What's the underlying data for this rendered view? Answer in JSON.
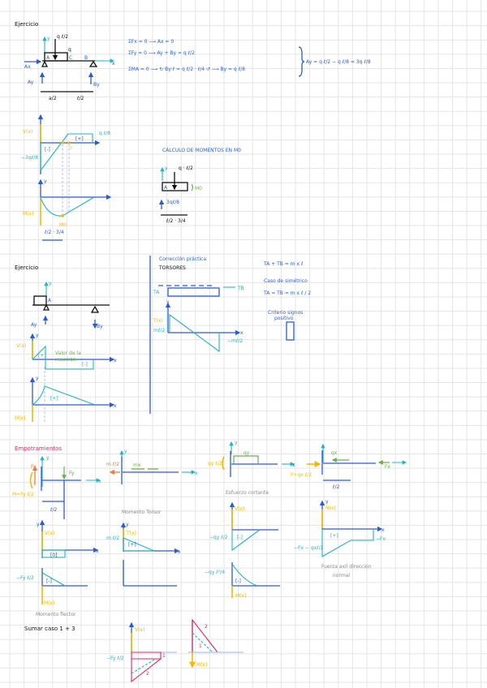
{
  "colors": {
    "blue": "#2a5bd7",
    "cyan": "#1fb5c8",
    "yellow": "#f5b800",
    "green": "#6ab04c",
    "red": "#e6245c",
    "orange": "#f07a3a",
    "gray": "#8a8a8a"
  },
  "ex1": {
    "title": "Ejercicio",
    "beam": {
      "load_total": "q ℓ/2",
      "q": "q",
      "A": "A",
      "C": "C",
      "B": "B",
      "Ax": "Ax",
      "Ay": "Ay",
      "By": "By",
      "x": "x",
      "y": "y",
      "dim1": "a/2",
      "dim2": "ℓ/2"
    },
    "equations": [
      "ΣFx = 0 ⟶ Ax = 0",
      "ΣFy = 0 ⟶ Ay + By = q ℓ/2",
      "ΣMA = 0 ⟶ ↻ By·ℓ = q ℓ/2 · ℓ/4 ↺ ⟶ By = q ℓ/8"
    ],
    "result": "Ay = q ℓ/2 − q ℓ/8 = 3q ℓ/8",
    "shear": {
      "label": "V(x)",
      "min": "−3qℓ/8",
      "max": "q ℓ/8",
      "region1": "[-]",
      "region2": "[+]",
      "c": "c"
    },
    "moment": {
      "label": "M(x)",
      "m0": "M0",
      "dim": "ℓ/2 · 3/4",
      "y": "y"
    },
    "calc": {
      "title": "CÁLCULO DE MOMENTOS EN M0",
      "load": "q · ℓ/2",
      "A": "A",
      "reaction": "3qℓ/8",
      "moment": "M0",
      "dim": "ℓ/2 · 3/4",
      "y": "y"
    }
  },
  "ex2": {
    "title": "Ejercicio",
    "beam": {
      "A": "A",
      "Ay": "Ay",
      "By": "By",
      "y": "y"
    },
    "shear": {
      "label": "V(x)",
      "note1": "Valor de la",
      "note2": "reacción",
      "r1": "[+]",
      "r2": "[-]",
      "x": "x",
      "y": "y"
    },
    "moment": {
      "label": "M(x)",
      "r": "[+]",
      "x": "x",
      "y": "y"
    }
  },
  "torsion": {
    "title": "Corrección práctica",
    "subtitle": "TORSORES",
    "TA": "TA",
    "TB": "TB",
    "label": "T(x)",
    "top": "mℓ/2",
    "bottom": "−mℓ/2",
    "x": "x",
    "y": "y",
    "eq1": "TA + TB = m x ℓ",
    "case": "Caso de simétrico",
    "eq2": "TA = TB = m x ℓ / 2",
    "signs1": "Criterio signos",
    "signs2": "positivo"
  },
  "emp": {
    "title": "Empotramientos",
    "flex": {
      "Fy": "Fy",
      "Fy2": "Fy",
      "M": "M=Fy ℓ/2",
      "dim": "ℓ/2",
      "label": "Momento flector",
      "V": "V(x)",
      "Vr": "[0]",
      "M2": "−Fy ℓ/2",
      "Mr": "[-]",
      "Mx": "M(x)",
      "x": "x",
      "y": "y"
    },
    "torsor": {
      "label": "Momento Torsor",
      "m": "m ℓ/2",
      "mx": "mx",
      "T": "T(x)",
      "Tval": "m ℓ/2",
      "r": "[+]",
      "x": "x",
      "y": "y"
    },
    "shear": {
      "label": "Esfuerzo cortante",
      "q": "qy",
      "M": "qy ℓ/2",
      "V": "V(x)",
      "Vval": "−qy ℓ/2",
      "r": "[-]",
      "M2": "−qy ℓ²/4",
      "Mr": "[-]",
      "Mx": "M(x)",
      "x": "x",
      "y": "y"
    },
    "axial": {
      "label1": "Fuerza axil dirección",
      "label2": "normal",
      "q": "qx",
      "F": "Fx",
      "R": "F+qx ℓ/2",
      "dim": "ℓ/2",
      "N": "N(x)",
      "r": "[+]",
      "v1": "−Fx",
      "v2": "−Fx − qxℓ/2",
      "x": "x",
      "y": "y"
    }
  },
  "sum": {
    "title": "Sumar  caso 1 + 3",
    "V": "V(x)",
    "val": "−Fy ℓ/2",
    "n1": "1",
    "n2": "2",
    "M": "M(x)",
    "m1": "2",
    "m2": "1"
  }
}
